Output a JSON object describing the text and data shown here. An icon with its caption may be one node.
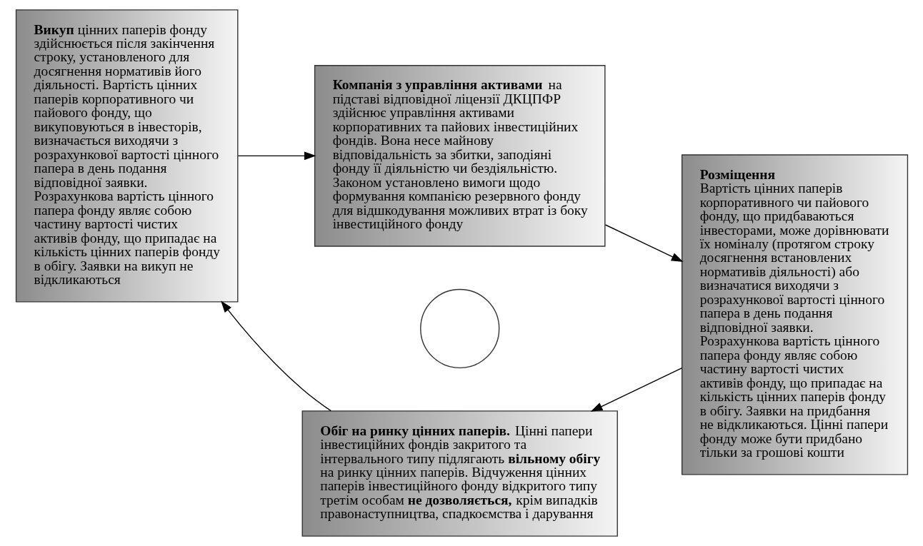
{
  "diagram": {
    "nodes": [
      {
        "text": [
          "**Викуп** цінних паперів фонду здійснюється після закінчення строку, установленого для досягнення нормативів його діяльності. Вартість цінних паперів корпоративного чи пайового фонду, що викуповуються в інвесторів, визначається виходячи з розрахункової вартості цінного папера в день подання відповідної заявки. Розрахункова вартість цінного папера фонду являє собою частину вартості чистих активів фонду, що припадає на кількість цінних паперів фонду в обігу. Заявки на викуп не відкликаються"
        ]
      },
      {
        "text": [
          "**Компанія з управління активами** на підставі відповідної ліцензії ДКЦПФР здійснює управління активами корпоративних та пайових інвестиційних фондів. Вона несе майнову відповідальність за збитки, заподіяні фонду її діяльністю чи бездіяльністю. Законом установлено вимоги щодо формування компанією резервного фонду для відшкодування можливих втрат із боку інвестиційного фонду"
        ]
      },
      {
        "text": [
          "**Розміщення**",
          "Вартість цінних паперів корпоративного чи пайового фонду, що придбаваються інвесторами, може дорівнювати їх номіналу (протягом строку досягнення встановлених нормативів діяльності) або визначатися виходячи з розрахункової вартості цінного папера в день подання відповідної заявки. Розрахункова вартість цінного папера фонду являє собою частину вартості чистих активів фонду, що припадає на кількість цінних паперів фонду в обігу. Заявки на придбання не відкликаються. Цінні папери фонду може бути придбано тільки за грошові кошти"
        ]
      },
      {
        "text": [],
        "shape": "circle"
      },
      {
        "text": [
          "**Обіг на ринку цінних паперів.** Цінні папери інвестиційних фондів закритого та інтервального типу підлягають **вільному обігу** на ринку цінних паперів. Відчуження цінних паперів інвестиційного фонду відкритого типу третім особам **не дозволяється,** крім випадків правонаступництва, спадкоємства і дарування"
        ]
      }
    ],
    "edges": [
      {
        "from": 0,
        "to": 1,
        "arrow": "to"
      },
      {
        "from": 1,
        "to": 2,
        "arrow": "to"
      },
      {
        "from": 2,
        "to": 4,
        "arrow": "to"
      },
      {
        "from": 4,
        "to": 0,
        "arrow": "to"
      }
    ]
  }
}
